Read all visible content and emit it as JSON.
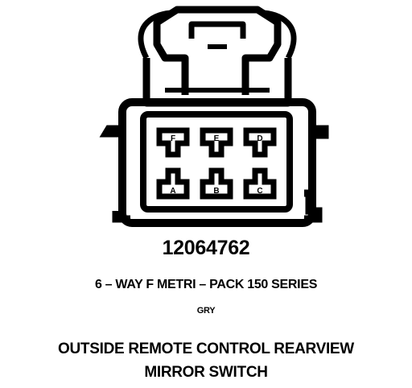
{
  "connector": {
    "part_number": "12064762",
    "description": "6 – WAY F METRI – PACK 150 SERIES",
    "color": "GRY",
    "pins_top": [
      "F",
      "E",
      "D"
    ],
    "pins_bottom": [
      "A",
      "B",
      "C"
    ]
  },
  "caption": {
    "line1": "OUTSIDE REMOTE CONTROL REARVIEW",
    "line2": "MIRROR SWITCH"
  }
}
